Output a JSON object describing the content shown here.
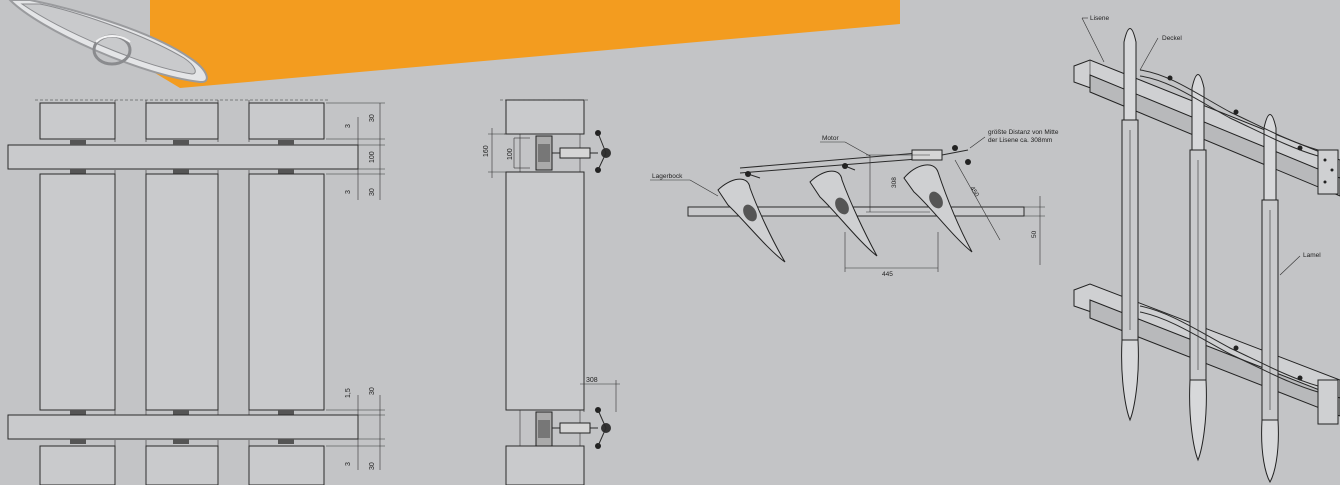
{
  "colors": {
    "background": "#c3c4c6",
    "banner": "#f39c1f",
    "line": "#2a2a2a"
  },
  "elevation": {
    "dim_3_top": "3",
    "dim_30_top": "30",
    "dim_100": "100",
    "dim_3_mid": "3",
    "dim_30_mid": "30",
    "dim_1_5": "1,5",
    "dim_30_low": "30",
    "dim_3_bottom": "3",
    "dim_30_bottom": "30"
  },
  "side_view": {
    "dim_160": "160",
    "dim_100": "100",
    "dim_308": "308"
  },
  "motor_view": {
    "label_motor": "Motor",
    "label_lagerbock": "Lagerbock",
    "note_line1": "größte Distanz von Mitte",
    "note_line2": "der Lisene ca. 308mm",
    "dim_308": "308",
    "dim_450": "450",
    "dim_445": "445",
    "dim_50": "50"
  },
  "iso_view": {
    "label_lisene": "Lisene",
    "label_deckel": "Deckel",
    "label_lamelle": "Lamel"
  }
}
